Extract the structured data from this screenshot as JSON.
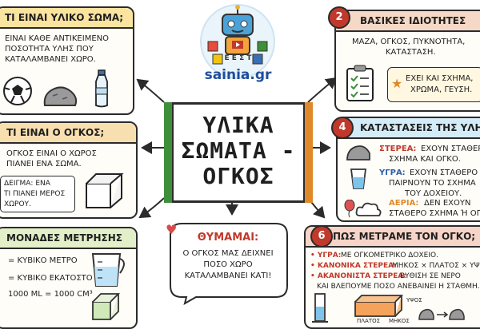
{
  "center": {
    "line1": "ΥΛΙΚΑ",
    "line2": "ΣΩΜΑΤΑ -",
    "line3": "ΟΓΚΟΣ"
  },
  "logo": {
    "text": "sainia.gr",
    "tile_letters": "Ε Ε Σ Τ"
  },
  "b1": {
    "title": "ΤΙ ΕΙΝΑΙ ΥΛΙΚΟ ΣΩΜΑ;",
    "l1": "ΕΙΝΑΙ ΚΑΘΕ ΑΝΤΙΚΕΙΜΕΝΟ",
    "l2": "ΠΟΣΟΤΗΤΑ ΥΛΗΣ ΠΟΥ",
    "l3": "ΚΑΤΑΛΑΜΒΑΝΕΙ ΧΩΡΟ."
  },
  "b2": {
    "num": "2",
    "title": "ΒΑΣΙΚΕΣ ΙΔΙΟΤΗΤΕΣ",
    "l1": "ΜΑΖΑ, ΟΓΚΟΣ, ΠΥΚΝΟΤΗΤΑ,",
    "l2": "ΚΑΤΑΣΤΑΣΗ.",
    "n1": "ΕΧΕΙ ΚΑΙ ΣΧΗΜΑ,",
    "n2": "ΧΡΩΜΑ, ΓΕΥΣΗ."
  },
  "b3": {
    "title": "ΤΙ ΕΙΝΑΙ Ο ΟΓΚΟΣ;",
    "l1": "ΟΓΚΟΣ ΕΙΝΑΙ Ο ΧΩΡΟΣ",
    "l2": "ΠΙΑΝΕΙ ΕΝΑ ΣΩΜΑ.",
    "e1": "ΔΕΙΓΜΑ: ΕΝΑ",
    "e2": "ΤΙ ΠΙΑΝΕΙ ΜΕΡΟΣ",
    "e3": "ΧΩΡΟΥ."
  },
  "b4": {
    "num": "4",
    "title": "ΚΑΤΑΣΤΑΣΕΙΣ ΤΗΣ ΥΛΗΣ",
    "s_label": "ΣΤΕΡΕΑ:",
    "s1": "ΕΧΟΥΝ ΣΤΑΘΕΡΟ",
    "s2": "ΣΧΗΜΑ ΚΑΙ ΟΓΚΟ.",
    "l_label": "ΥΓΡΑ:",
    "l1": "ΕΧΟΥΝ ΣΤΑΘΕΡΟ",
    "l2": "ΠΑΙΡΝΟΥΝ ΤΟ ΣΧΗΜΑ",
    "l3": "ΤΟΥ ΔΟΧΕΙΟΥ.",
    "g_label": "ΑΕΡΙΑ:",
    "g1": "ΔΕΝ ΕΧΟΥΝ",
    "g2": "ΣΤΑΘΕΡΟ ΣΧΗΜΑ Ή ΟΓ"
  },
  "b5": {
    "title": "ΜΟΝΑΔΕΣ ΜΕΤΡΗΣΗΣ",
    "u1": "= ΚΥΒΙΚΟ ΜΕΤΡΟ",
    "u2": "= ΚΥΒΙΚΟ ΕΚΑΤΟΣΤΟ",
    "u3": "1000 ML = 1000 CM³"
  },
  "bubble": {
    "title": "ΘΥΜΑΜΑΙ:",
    "l1": "Ο ΟΓΚΟΣ ΜΑΣ ΔΕΙΧΝΕΙ",
    "l2": "ΠΟΣΟ ΧΩΡΟ",
    "l3": "ΚΑΤΑΛΑΜΒΑΝΕΙ ΚΑΤΙ!"
  },
  "b6": {
    "num": "6",
    "title": "ΠΩΣ ΜΕΤΡΑΜΕ ΤΟΝ ΟΓΚΟ;",
    "r1_label": "ΥΓΡΑ:",
    "r1": "ΜΕ ΟΓΚΟΜΕΤΡΙΚΟ ΔΟΧΕΙΟ.",
    "r2_label": "ΚΑΝΟΝΙΚΑ ΣΤΕΡΕΑ:",
    "r2": "ΜΗΚΟΣ × ΠΛΑΤΟΣ × ΥΨΟΣ.",
    "r3_label": "ΑΚΑΝΟΝΙΣΤΑ ΣΤΕΡΕΑ:",
    "r3a": "ΒΥΘΙΣΗ ΣΕ ΝΕΡΟ",
    "r3b": "ΚΑΙ ΒΛΕΠΟΥΜΕ ΠΟΣΟ ΑΝΕΒΑΙΝΕΙ Η ΣΤΑΘΜΗ.",
    "dim_h": "ΥΨΟΣ",
    "dim_w": "ΠΛΑΤΟΣ",
    "dim_l": "ΜΗΚΟΣ"
  },
  "colors": {
    "red": "#c0392b",
    "green": "#3f8f3a",
    "orange": "#e0892a",
    "blue": "#2f5fa8",
    "hdr1": "#fbe3a0",
    "hdr2": "#f5d9c6",
    "hdr3": "#f7dfb0",
    "hdr4": "#d4ecf7",
    "hdr5": "#e3efc9",
    "hdr6": "#f7d4c8"
  }
}
